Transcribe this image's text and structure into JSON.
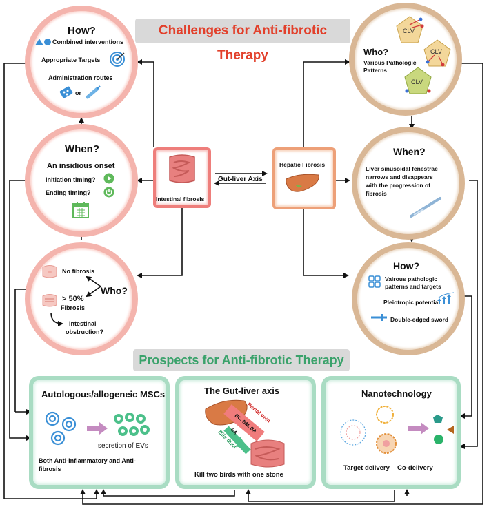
{
  "header": {
    "challenges_title": "Challenges for Anti-fibrotic Therapy",
    "prospects_title": "Prospects for Anti-fibrotic Therapy"
  },
  "colors": {
    "challenges_red": "#e2402b",
    "prospects_green": "#3aa26b",
    "pink_ring": "#f4b4ad",
    "tan_ring": "#d9b795",
    "green_ring": "#a9dcc3",
    "banner_gray": "#d9d9d9"
  },
  "center": {
    "intestinal_label": "Intestinal fibrosis",
    "hepatic_label": "Hepatic Fibrosis",
    "axis_label": "Gut-liver Axis"
  },
  "intestinal": {
    "how": {
      "title": "How?",
      "line1": "Combined interventions",
      "line2": "Appropriate Targets",
      "line3": "Administration routes",
      "or": "or"
    },
    "when": {
      "title": "When?",
      "onset": "An insidious onset",
      "initiation": "Initiation timing?",
      "ending": "Ending timing?"
    },
    "who": {
      "title": "Who?",
      "no_fibrosis": "No fibrosis",
      "over50": "> 50%",
      "fibrosis": "Fibrosis",
      "intestinal": "Intestinal",
      "obstruction": "obstruction?"
    }
  },
  "hepatic": {
    "who": {
      "title": "Who?",
      "line1": "Various Pathologic",
      "line2": "Patterns",
      "clv": "CLV"
    },
    "when": {
      "title": "When?",
      "line1": "Liver sinusoidal fenestrae",
      "line2": "narrows and disappears",
      "line3": "with the progression of",
      "line4": "fibrosis"
    },
    "how": {
      "title": "How?",
      "line1": "Vairous pathologic",
      "line2": "patterns and targets",
      "pleiotropic": "Pleiotropic potential",
      "sword": "Double-edged sword"
    }
  },
  "prospects": {
    "msc": {
      "title": "Autologous/allogeneic MSCs",
      "evs": "secretion of EVs",
      "bottom1": "Both Anti-inflammatory and Anti-",
      "bottom2": "fibrosis"
    },
    "axis": {
      "title": "The Gut-liver axis",
      "portal": "Portal vein",
      "bc": "BC, BM, BA",
      "ba": "BA",
      "bile": "Bile duct",
      "bottom": "Kill two birds with one stone"
    },
    "nano": {
      "title": "Nanotechnology",
      "target": "Target delivery",
      "co": "Co-delivery"
    }
  }
}
